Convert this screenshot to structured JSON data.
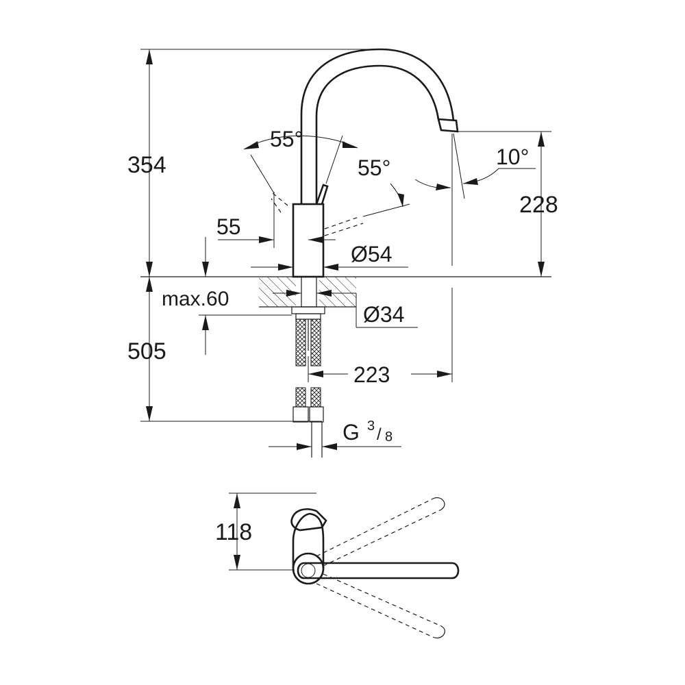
{
  "labels": {
    "height_total": "354",
    "spout_height": "228",
    "angle_lever_top": "55°",
    "angle_lever_side": "55°",
    "angle_spout": "10°",
    "lever_offset": "55",
    "body_diameter": "Ø54",
    "max_deck_thickness": "max.60",
    "hole_diameter": "Ø34",
    "hose_length": "505",
    "spout_reach": "223",
    "connection_main": "G",
    "connection_numerator": "3",
    "connection_denominator": "8",
    "top_view_depth": "118"
  }
}
